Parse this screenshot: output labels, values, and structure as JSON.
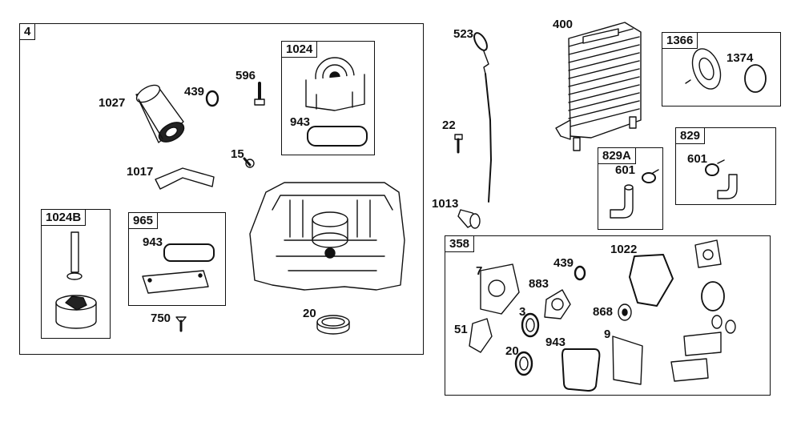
{
  "frames": {
    "f4": "4",
    "f1024": "1024",
    "f1024b": "1024B",
    "f965": "965",
    "f358": "358",
    "f1366": "1366",
    "f829a": "829A",
    "f829": "829"
  },
  "labels": {
    "p1027": "1027",
    "p439a": "439",
    "p596": "596",
    "p943a": "943",
    "p15": "15",
    "p1017": "1017",
    "p943b": "943",
    "p750": "750",
    "p20a": "20",
    "p523": "523",
    "p400": "400",
    "p1374": "1374",
    "p22": "22",
    "p601a": "601",
    "p601b": "601",
    "p1013": "1013",
    "p7": "7",
    "p439b": "439",
    "p1022": "1022",
    "p883": "883",
    "p3": "3",
    "p868": "868",
    "p51": "51",
    "p9": "9",
    "p20b": "20",
    "p943c": "943"
  },
  "colors": {
    "line": "#111111",
    "part_fill": "#ffffff",
    "shade": "#9a9a9a"
  }
}
